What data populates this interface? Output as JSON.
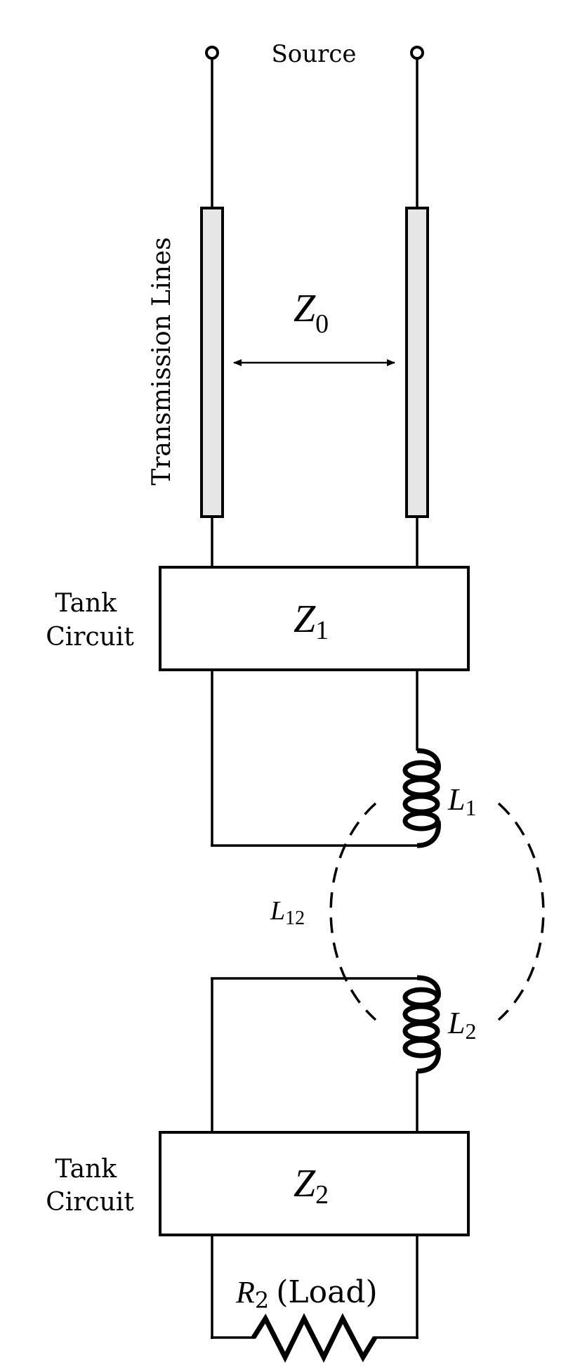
{
  "diagram": {
    "source_label": "Source",
    "transmission_lines_label": "Transmission Lines",
    "z0": {
      "symbol": "Z",
      "subscript": "0"
    },
    "tank1": {
      "label_line1": "Tank",
      "label_line2": "Circuit",
      "impedance": {
        "symbol": "Z",
        "subscript": "1"
      }
    },
    "inductor1": {
      "symbol": "L",
      "subscript": "1"
    },
    "mutual": {
      "symbol": "L",
      "subscript": "12"
    },
    "inductor2": {
      "symbol": "L",
      "subscript": "2"
    },
    "tank2": {
      "label_line1": "Tank",
      "label_line2": "Circuit",
      "impedance": {
        "symbol": "Z",
        "subscript": "2"
      }
    },
    "load": {
      "symbol": "R",
      "subscript": "2",
      "suffix": "(Load)"
    },
    "colors": {
      "line": "#000000",
      "transmission_line_fill": "#e6e6e6",
      "background": "#ffffff"
    }
  }
}
